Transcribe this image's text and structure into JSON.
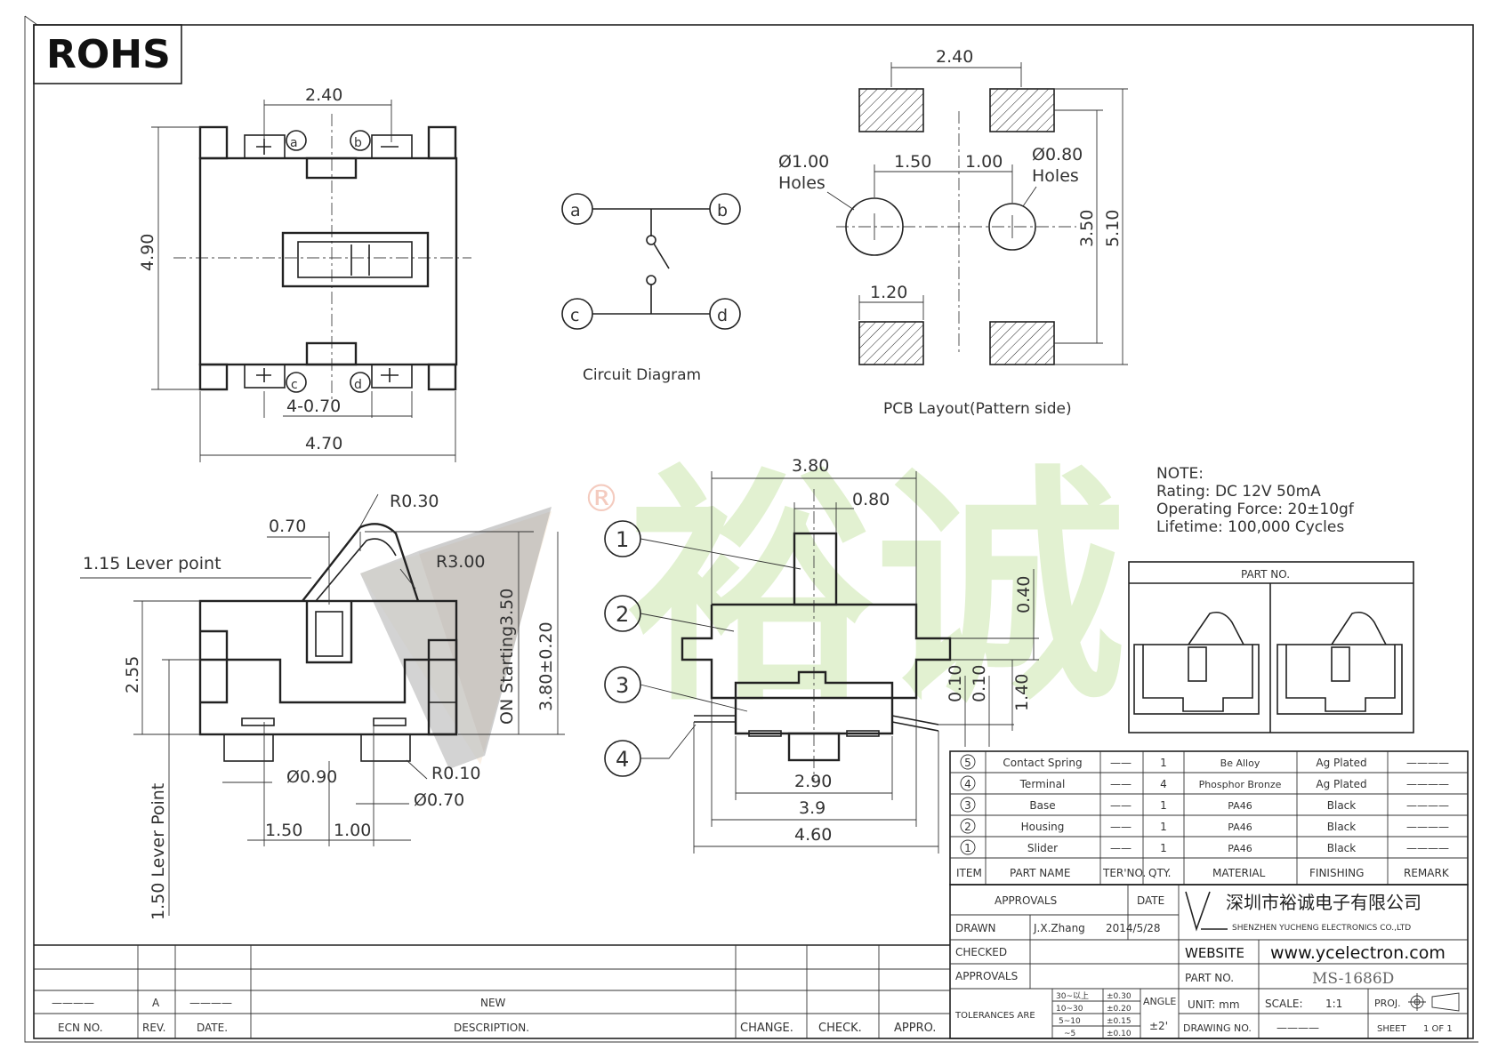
{
  "rohs": "ROHS",
  "top_view": {
    "dims": [
      "2.40",
      "4.90",
      "4-0.70",
      "4.70"
    ],
    "terminals": [
      "a",
      "b",
      "c",
      "d"
    ]
  },
  "circuit": {
    "terminals": [
      "a",
      "b",
      "c",
      "d"
    ],
    "caption": "Circuit Diagram"
  },
  "pcb": {
    "dims": [
      "2.40",
      "1.50",
      "1.00",
      "3.50",
      "5.10",
      "1.20"
    ],
    "hole_large": [
      "Ø1.00",
      "Holes"
    ],
    "hole_small": [
      "Ø0.80",
      "Holes"
    ],
    "caption": "PCB Layout(Pattern side)"
  },
  "side_view": {
    "dims": [
      "R0.30",
      "0.70",
      "1.15 Lever point",
      "R3.00",
      "ON Starting3.50",
      "3.80±0.20",
      "2.55",
      "Ø0.90",
      "R0.10",
      "Ø0.70",
      "1.50",
      "1.00",
      "1.50 Lever Point"
    ]
  },
  "front_view": {
    "dims": [
      "3.80",
      "0.80",
      "0.40",
      "0.10",
      "0.10",
      "1.40",
      "2.90",
      "3.9",
      "4.60"
    ],
    "callouts": [
      "1",
      "2",
      "3",
      "4"
    ]
  },
  "note": {
    "title": "NOTE:",
    "lines": [
      "Rating: DC 12V 50mA",
      "Operating Force: 20±10gf",
      "Lifetime:   100,000 Cycles"
    ]
  },
  "part_no_box": {
    "title": "PART NO."
  },
  "watermark": {
    "mark": "®",
    "brand": "裕诚"
  },
  "bom": {
    "rows": [
      {
        "no": "5",
        "name": "Contact Spring",
        "ter": "——",
        "qty": "1",
        "material": "Be Alloy",
        "finishing": "Ag Plated",
        "remark": "————"
      },
      {
        "no": "4",
        "name": "Terminal",
        "ter": "——",
        "qty": "4",
        "material": "Phosphor Bronze",
        "finishing": "Ag Plated",
        "remark": "————"
      },
      {
        "no": "3",
        "name": "Base",
        "ter": "——",
        "qty": "1",
        "material": "PA46",
        "finishing": "Black",
        "remark": "————"
      },
      {
        "no": "2",
        "name": "Housing",
        "ter": "——",
        "qty": "1",
        "material": "PA46",
        "finishing": "Black",
        "remark": "————"
      },
      {
        "no": "1",
        "name": "Slider",
        "ter": "——",
        "qty": "1",
        "material": "PA46",
        "finishing": "Black",
        "remark": "————"
      }
    ],
    "headers": [
      "ITEM",
      "PART NAME",
      "TER'NO.",
      "QTY.",
      "MATERIAL",
      "FINISHING",
      "REMARK"
    ]
  },
  "title_block": {
    "approvals": "APPROVALS",
    "date": "DATE",
    "drawn_label": "DRAWN",
    "drawn_name": "J.X.Zhang",
    "drawn_date": "2014/5/28",
    "checked_label": "CHECKED",
    "approvals_label": "APPROVALS",
    "company_cn": "深圳市裕诚电子有限公司",
    "company_en": "SHENZHEN YUCHENG ELECTRONICS CO.,LTD",
    "website_label": "WEBSITE",
    "website": "www.ycelectron.com",
    "part_no_label": "PART NO.",
    "part_no": "MS-1686D",
    "tolerances_label": "TOLERANCES ARE",
    "tol_ranges": [
      "30~以上",
      "10~30",
      "5~10",
      "~5"
    ],
    "tol_values": [
      "±0.30",
      "±0.20",
      "±0.15",
      "±0.10"
    ],
    "angle_label": "ANGLE",
    "angle_value": "±2'",
    "unit": "UNIT:  mm",
    "scale_label": "SCALE:",
    "scale_value": "1:1",
    "proj": "PROJ.",
    "drawing_no": "DRAWING NO.",
    "drawing_no_value": "————",
    "sheet": "SHEET",
    "sheet_value": "1 OF 1"
  },
  "revision_block": {
    "row": [
      "————",
      "A",
      "————",
      "NEW",
      "",
      "",
      ""
    ],
    "headers": [
      "ECN NO.",
      "REV.",
      "DATE.",
      "DESCRIPTION.",
      "CHANGE.",
      "CHECK.",
      "APPRO."
    ]
  }
}
